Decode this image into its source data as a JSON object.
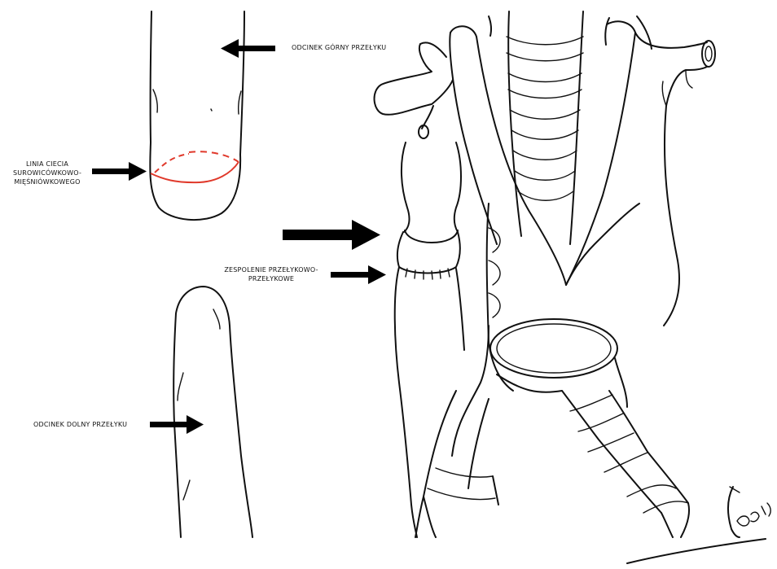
{
  "labels": {
    "upper_segment": "ODCINEK GÓRNY PRZEŁYKU",
    "cut_line_1": "LINIA CIECIA",
    "cut_line_2": "SUROWICÓWKOWO-",
    "cut_line_3": "MIĘŚNIÓWKOWEGO",
    "anastomosis_1": "ZESPOLENIE PRZEŁYKOWO-",
    "anastomosis_2": "PRZEŁYKOWE",
    "lower_segment": "ODCINEK DOLNY PRZEŁYKU"
  },
  "colors": {
    "ink": "#111111",
    "cut_line": "#e0392b",
    "arrow": "#000000"
  },
  "icons": {
    "signature": "artist-signature"
  }
}
